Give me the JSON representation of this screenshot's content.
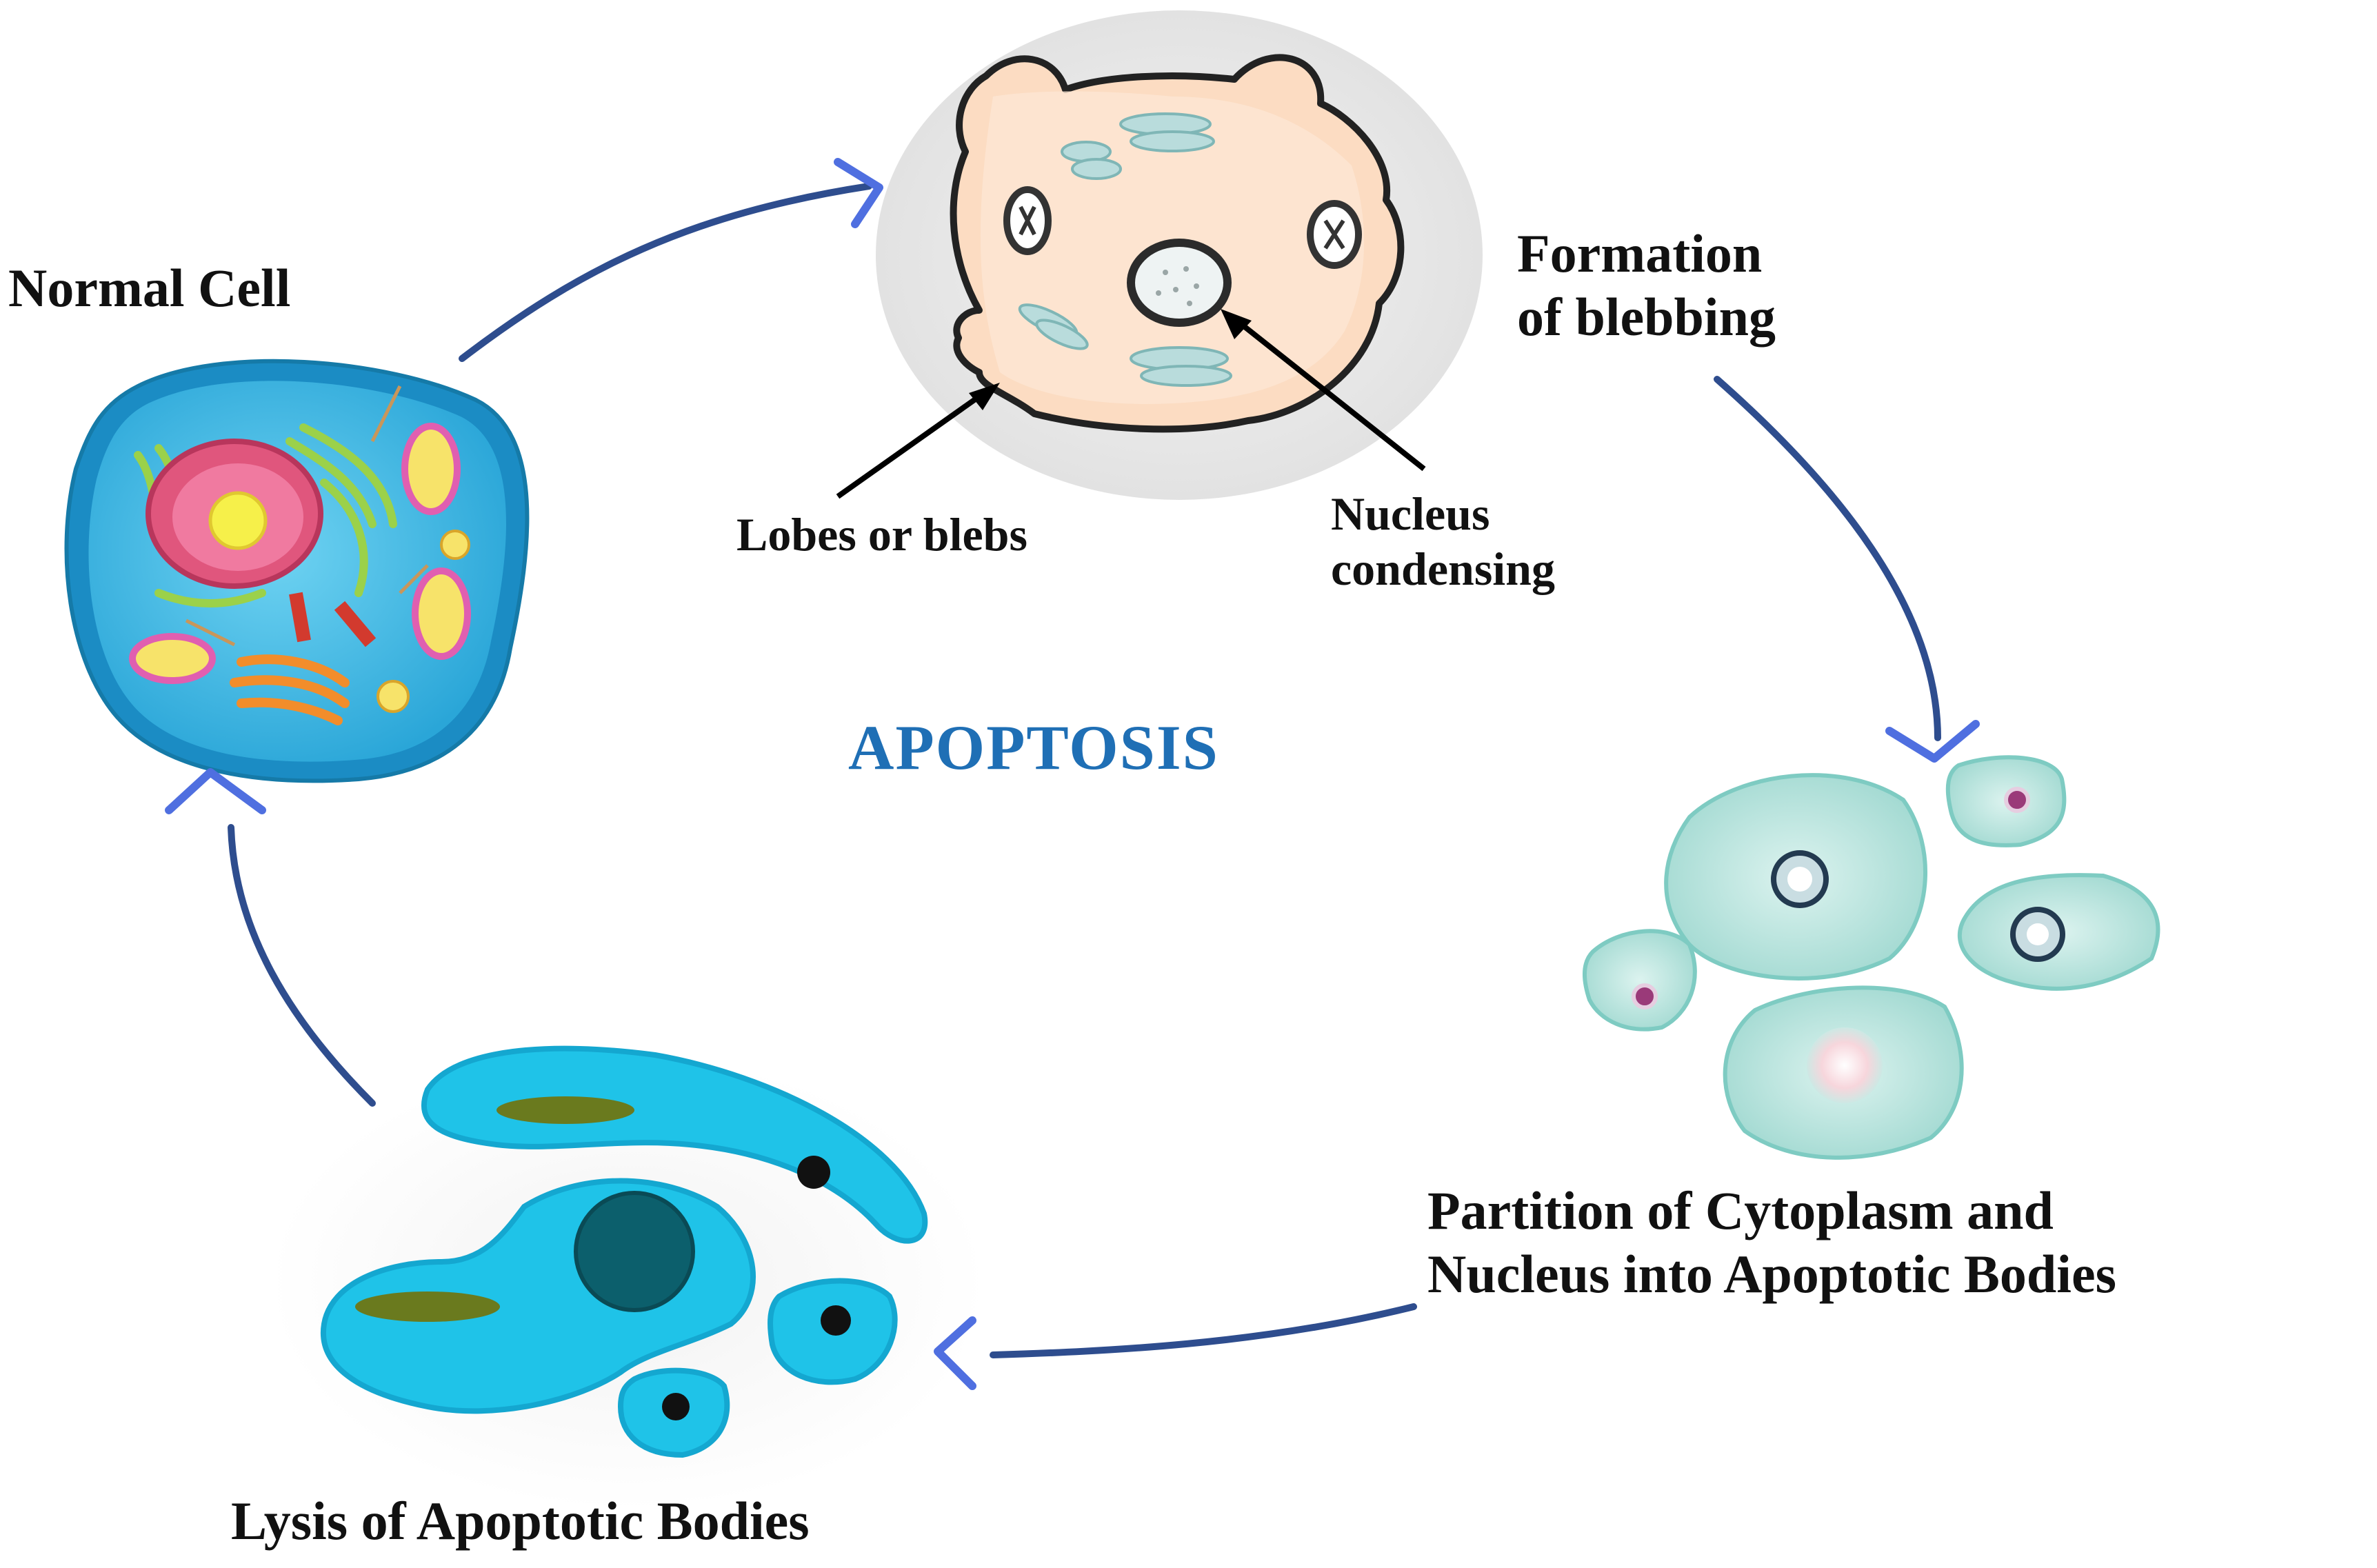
{
  "title": "APOPTOSIS",
  "stages": {
    "normal_cell": {
      "label": "Normal Cell"
    },
    "blebbing": {
      "label_line1": "Formation",
      "label_line2": "of blebbing"
    },
    "partition": {
      "label_line1": "Partition of Cytoplasm and",
      "label_line2": "Nucleus into Apoptotic Bodies"
    },
    "lysis": {
      "label": "Lysis of Apoptotic Bodies"
    }
  },
  "callouts": {
    "lobes": "Lobes or blebs",
    "nucleus_line1": "Nucleus",
    "nucleus_line2": "condensing"
  },
  "colors": {
    "title": "#1f6fb5",
    "arrow": "#2e4d8e",
    "arrow_tip": "#4f6fe0",
    "bleb_cell": "#fde0c8",
    "partition_cell": "#b8e2dc",
    "lysis_body": "#1ec8e8"
  }
}
